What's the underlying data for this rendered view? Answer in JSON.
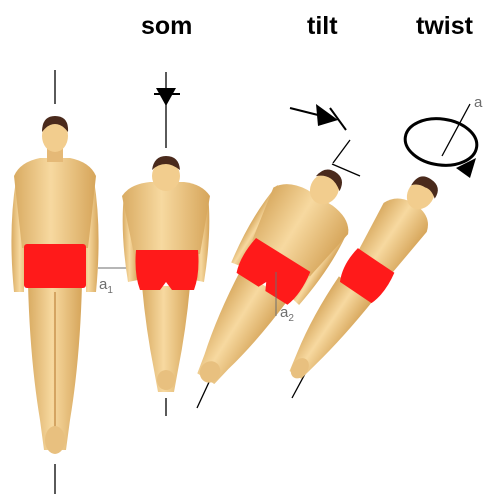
{
  "headings": {
    "somersault": "som",
    "tilt": "tilt",
    "twist": "twist"
  },
  "labels": {
    "a1_base": "a",
    "a1_sub": "1",
    "a2_base": "a",
    "a2_sub": "2",
    "a_twist": "a"
  },
  "colors": {
    "skin": "#f2cd8e",
    "skin_shade": "#d9ab62",
    "trunks": "#ff1a1a",
    "hair": "#4a2a1c",
    "axis_line": "#000000",
    "label_gray": "#6e6e6e"
  },
  "icons": {
    "somersault": "arrow-down-icon",
    "tilt": "tilt-arrow-icon",
    "twist": "twist-ellipse-icon"
  }
}
